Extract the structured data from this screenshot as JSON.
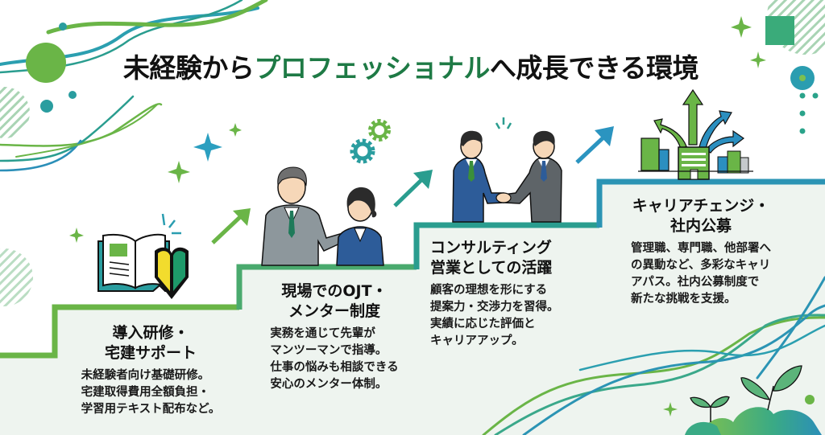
{
  "title": {
    "prefix": "未経験から",
    "accent": "プロフェッショナル",
    "suffix": "へ成長できる環境",
    "accent_color": "#1e7a45"
  },
  "colors": {
    "green": "#6ab547",
    "teal": "#2a9d8f",
    "blue": "#2b8fb8",
    "step_fill": "#eef4ef"
  },
  "steps": [
    {
      "heading_line1": "導入研修・",
      "heading_line2": "宅建サポート",
      "body": [
        "未経験者向け基礎研修。",
        "宅建取得費用全額負担・",
        "学習用テキスト配布など。"
      ],
      "icon": "book-beginner-mark-icon"
    },
    {
      "heading_line1": "現場でのOJT・",
      "heading_line2": "メンター制度",
      "body": [
        "実務を通じて先輩が",
        "マンツーマンで指導。",
        "仕事の悩みも相談できる",
        "安心のメンター体制。"
      ],
      "icon": "mentor-and-junior-icon"
    },
    {
      "heading_line1": "コンサルティング",
      "heading_line2": "営業としての活躍",
      "body": [
        "顧客の理想を形にする",
        "提案力・交渉力を習得。",
        "実績に応じた評価と",
        "キャリアアップ。"
      ],
      "icon": "handshake-icon"
    },
    {
      "heading_line1": "キャリアチェンジ・",
      "heading_line2": "社内公募",
      "body": [
        "管理職、専門職、他部署へ",
        "の異動など、多彩なキャリ",
        "アパス。社内公募制度で",
        "新たな挑戦を支援。"
      ],
      "icon": "buildings-branching-arrows-icon"
    }
  ]
}
